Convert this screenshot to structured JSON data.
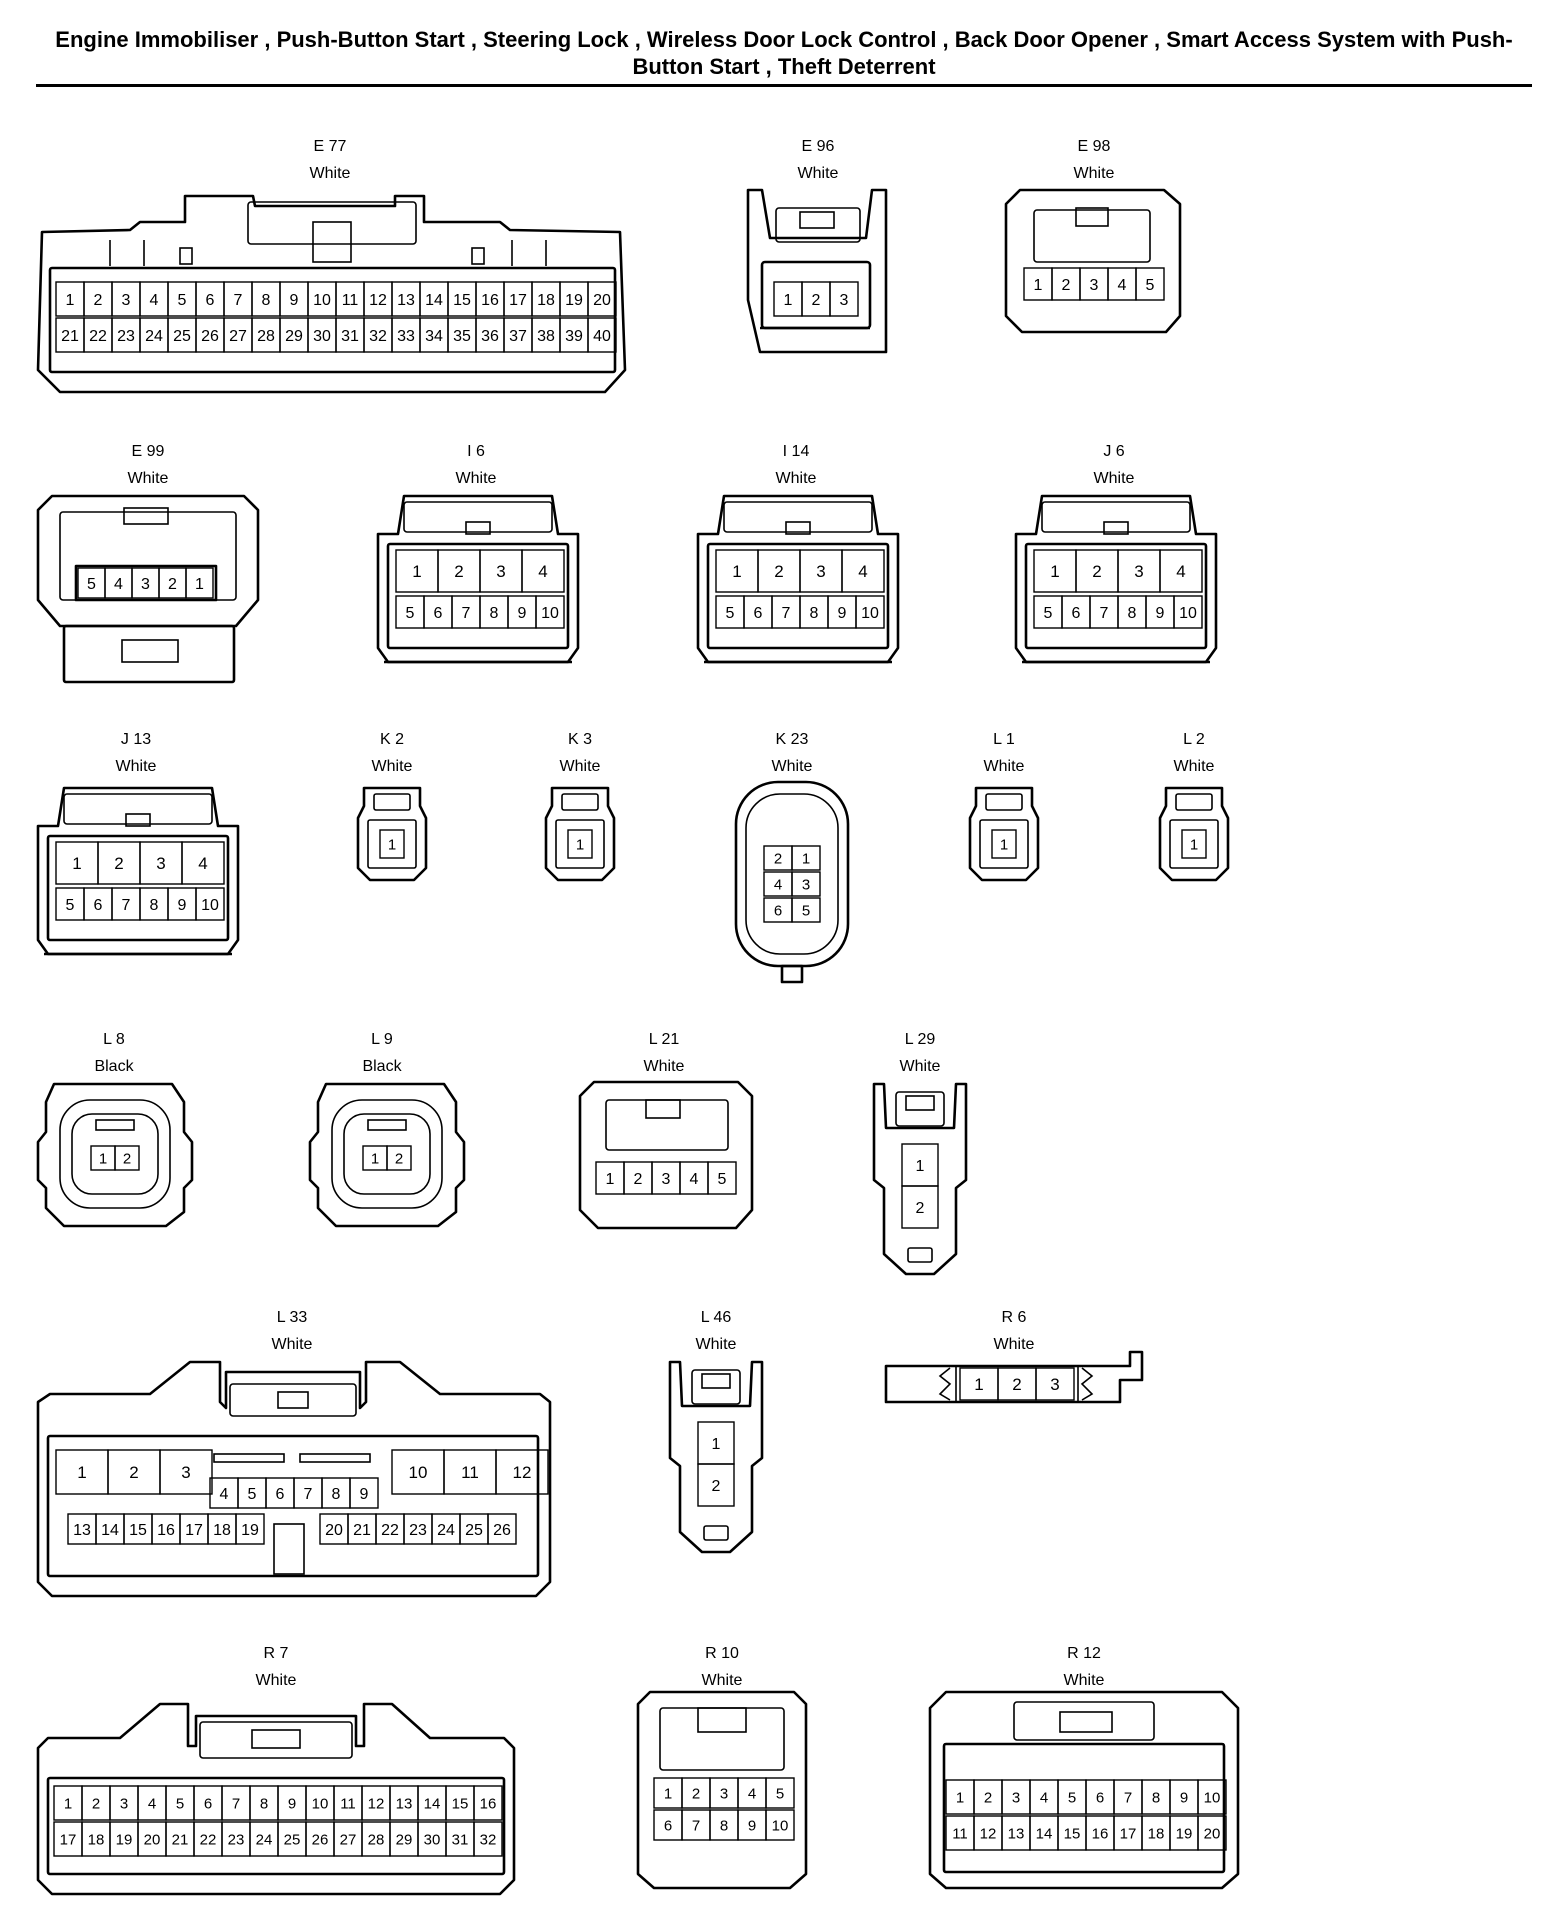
{
  "title": "Engine Immobiliser , Push-Button Start , Steering Lock , Wireless Door Lock Control , Back Door Opener , Smart Access System with Push-Button Start , Theft Deterrent",
  "connectors": [
    {
      "name": "E 77",
      "color": "White",
      "pin_rows": [
        [
          "1",
          "2",
          "3",
          "4",
          "5",
          "6",
          "7",
          "8",
          "9",
          "10",
          "11",
          "12",
          "13",
          "14",
          "15",
          "16",
          "17",
          "18",
          "19",
          "20"
        ],
        [
          "21",
          "22",
          "23",
          "24",
          "25",
          "26",
          "27",
          "28",
          "29",
          "30",
          "31",
          "32",
          "33",
          "34",
          "35",
          "36",
          "37",
          "38",
          "39",
          "40"
        ]
      ]
    },
    {
      "name": "E 96",
      "color": "White",
      "pin_rows": [
        [
          "1",
          "2",
          "3"
        ]
      ]
    },
    {
      "name": "E 98",
      "color": "White",
      "pin_rows": [
        [
          "1",
          "2",
          "3",
          "4",
          "5"
        ]
      ]
    },
    {
      "name": "E 99",
      "color": "White",
      "pin_rows": [
        [
          "5",
          "4",
          "3",
          "2",
          "1"
        ]
      ]
    },
    {
      "name": "I 6",
      "color": "White",
      "pin_rows": [
        [
          "1",
          "2",
          "3",
          "4"
        ],
        [
          "5",
          "6",
          "7",
          "8",
          "9",
          "10"
        ]
      ]
    },
    {
      "name": "I 14",
      "color": "White",
      "pin_rows": [
        [
          "1",
          "2",
          "3",
          "4"
        ],
        [
          "5",
          "6",
          "7",
          "8",
          "9",
          "10"
        ]
      ]
    },
    {
      "name": "J 6",
      "color": "White",
      "pin_rows": [
        [
          "1",
          "2",
          "3",
          "4"
        ],
        [
          "5",
          "6",
          "7",
          "8",
          "9",
          "10"
        ]
      ]
    },
    {
      "name": "J 13",
      "color": "White",
      "pin_rows": [
        [
          "1",
          "2",
          "3",
          "4"
        ],
        [
          "5",
          "6",
          "7",
          "8",
          "9",
          "10"
        ]
      ]
    },
    {
      "name": "K 2",
      "color": "White",
      "pin_rows": [
        [
          "1"
        ]
      ]
    },
    {
      "name": "K 3",
      "color": "White",
      "pin_rows": [
        [
          "1"
        ]
      ]
    },
    {
      "name": "K 23",
      "color": "White",
      "pin_rows": [
        [
          "2",
          "1"
        ],
        [
          "4",
          "3"
        ],
        [
          "6",
          "5"
        ]
      ]
    },
    {
      "name": "L 1",
      "color": "White",
      "pin_rows": [
        [
          "1"
        ]
      ]
    },
    {
      "name": "L 2",
      "color": "White",
      "pin_rows": [
        [
          "1"
        ]
      ]
    },
    {
      "name": "L 8",
      "color": "Black",
      "pin_rows": [
        [
          "1",
          "2"
        ]
      ]
    },
    {
      "name": "L 9",
      "color": "Black",
      "pin_rows": [
        [
          "1",
          "2"
        ]
      ]
    },
    {
      "name": "L 21",
      "color": "White",
      "pin_rows": [
        [
          "1",
          "2",
          "3",
          "4",
          "5"
        ]
      ]
    },
    {
      "name": "L 29",
      "color": "White",
      "pin_rows": [
        [
          "1"
        ],
        [
          "2"
        ]
      ]
    },
    {
      "name": "L 33",
      "color": "White",
      "pin_rows": [
        [
          "1",
          "2",
          "3",
          "10",
          "11",
          "12"
        ],
        [
          "4",
          "5",
          "6",
          "7",
          "8",
          "9"
        ],
        [
          "13",
          "14",
          "15",
          "16",
          "17",
          "18",
          "19"
        ],
        [
          "20",
          "21",
          "22",
          "23",
          "24",
          "25",
          "26"
        ]
      ]
    },
    {
      "name": "L 46",
      "color": "White",
      "pin_rows": [
        [
          "1"
        ],
        [
          "2"
        ]
      ]
    },
    {
      "name": "R 6",
      "color": "White",
      "pin_rows": [
        [
          "1",
          "2",
          "3"
        ]
      ]
    },
    {
      "name": "R 7",
      "color": "White",
      "pin_rows": [
        [
          "1",
          "2",
          "3",
          "4",
          "5",
          "6",
          "7",
          "8",
          "9",
          "10",
          "11",
          "12",
          "13",
          "14",
          "15",
          "16"
        ],
        [
          "17",
          "18",
          "19",
          "20",
          "21",
          "22",
          "23",
          "24",
          "25",
          "26",
          "27",
          "28",
          "29",
          "30",
          "31",
          "32"
        ]
      ]
    },
    {
      "name": "R 10",
      "color": "White",
      "pin_rows": [
        [
          "1",
          "2",
          "3",
          "4",
          "5"
        ],
        [
          "6",
          "7",
          "8",
          "9",
          "10"
        ]
      ]
    },
    {
      "name": "R 12",
      "color": "White",
      "pin_rows": [
        [
          "1",
          "2",
          "3",
          "4",
          "5",
          "6",
          "7",
          "8",
          "9",
          "10"
        ],
        [
          "11",
          "12",
          "13",
          "14",
          "15",
          "16",
          "17",
          "18",
          "19",
          "20"
        ]
      ]
    }
  ]
}
